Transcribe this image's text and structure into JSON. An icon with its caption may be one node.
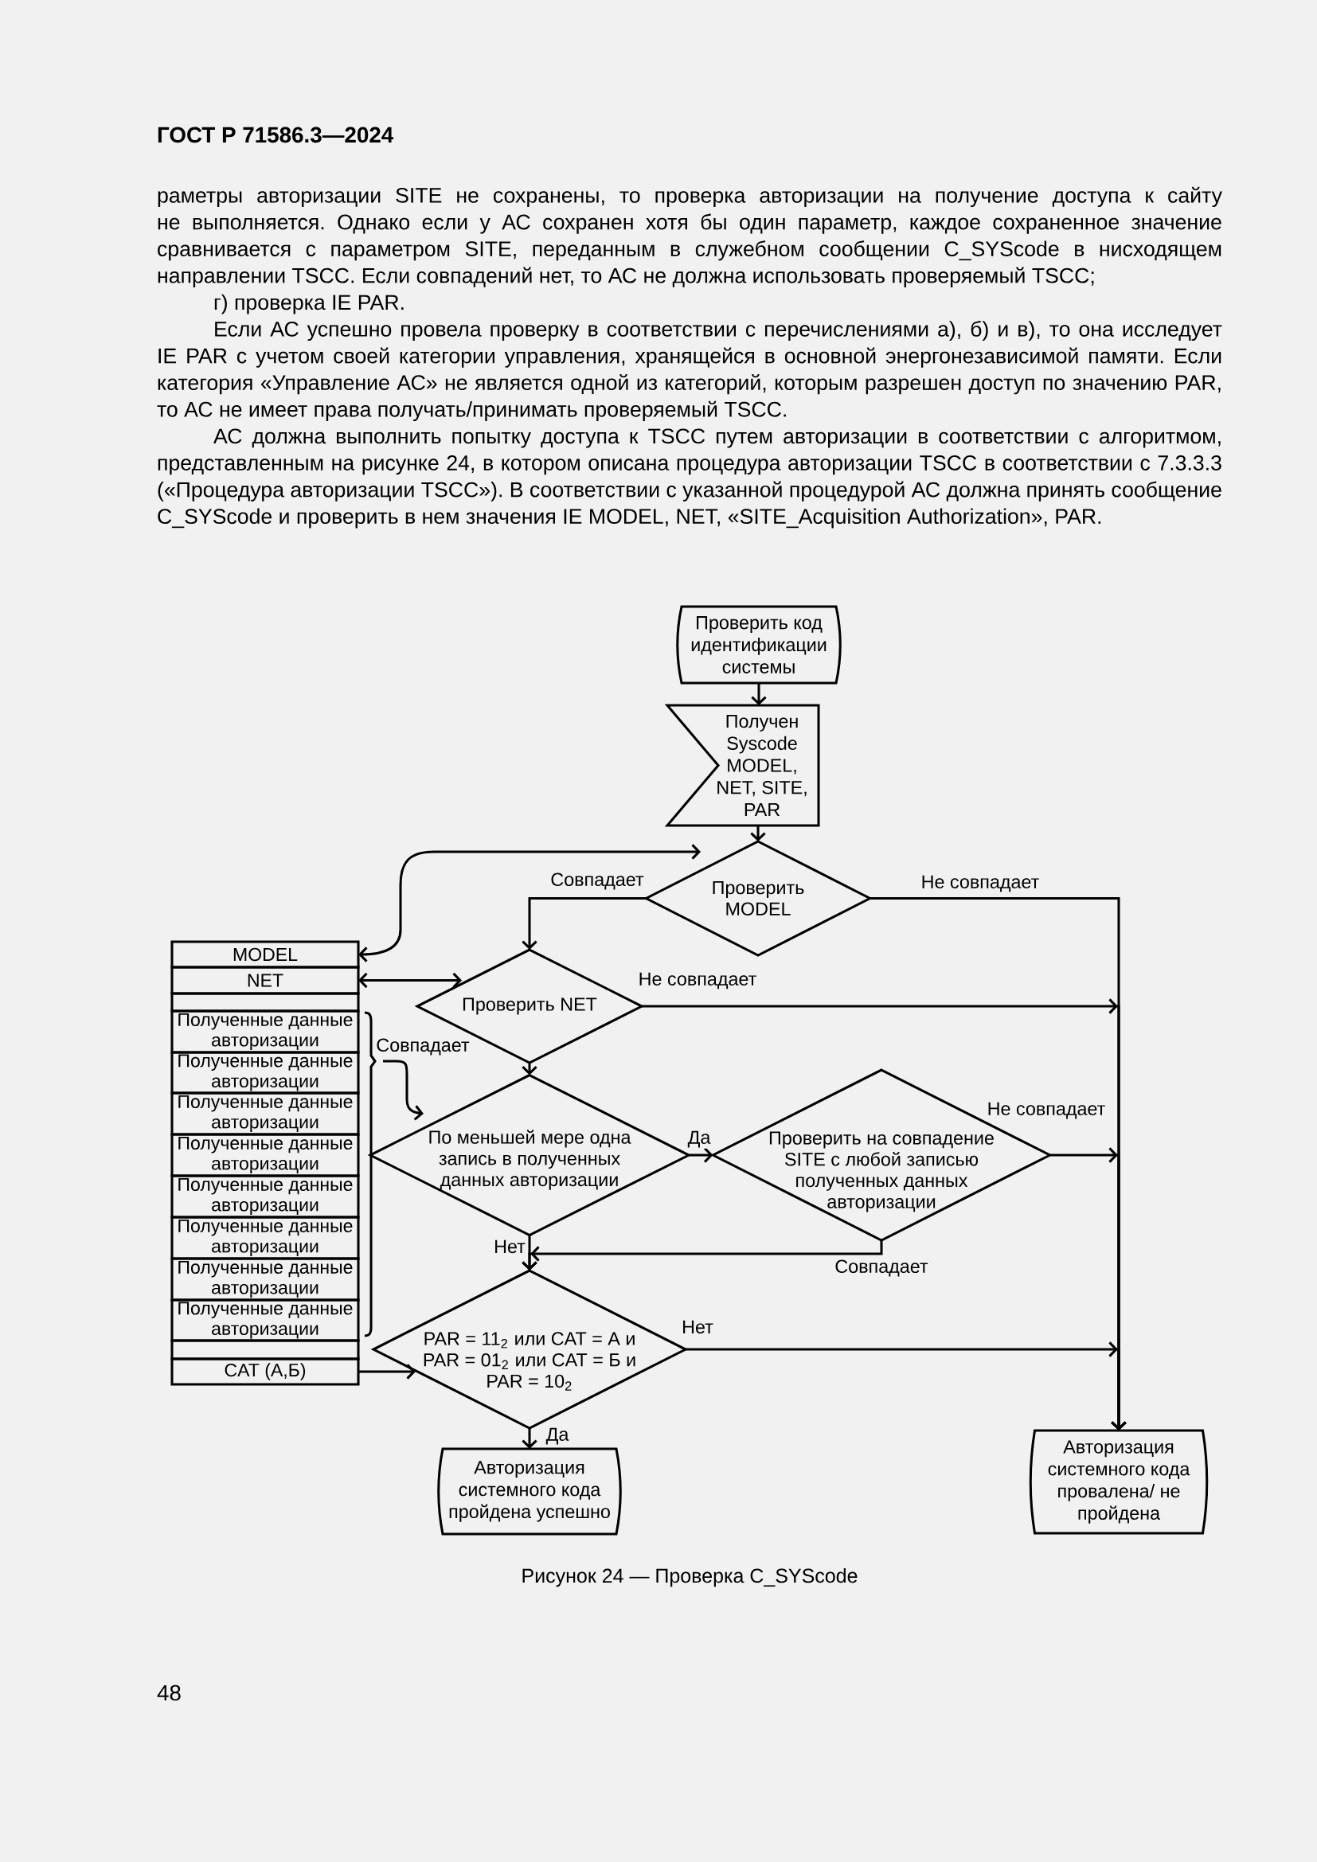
{
  "diagram": {
    "caption": "Рисунок 24 — Проверка C_SYScode",
    "nodes": [
      {
        "text": [
          "Проверить код идентификации системы"
        ]
      },
      {
        "text": [
          "Получен Syscode MODEL, NET, SITE, PAR"
        ]
      },
      {
        "text": [
          "Проверить MODEL"
        ]
      },
      {
        "text": [
          "Проверить NET"
        ]
      },
      {
        "text": [
          "По меньшей мере одна запись в полученных данных авторизации"
        ]
      },
      {
        "text": [
          "Проверить на совпадение SITE с любой записью полученных данных авторизации"
        ]
      },
      {
        "text": [
          "PAR = 11$_{2}$ или CAT = А и PAR = 01$_{2}$ или CAT = Б и PAR = 10$_{2}$"
        ]
      },
      {
        "text": [
          "Авторизация системного кода пройдена успешно"
        ]
      },
      {
        "text": [
          "Авторизация системного кода провалена/ не пройдена"
        ]
      },
      {
        "text": [
          "MODEL"
        ]
      },
      {
        "text": [
          "NET"
        ]
      },
      {
        "text": [],
        "shape": "box"
      },
      {
        "text": [
          "Полученные данные авторизации"
        ]
      },
      {
        "text": [
          "Полученные данные авторизации"
        ]
      },
      {
        "text": [
          "Полученные данные авторизации"
        ]
      },
      {
        "text": [
          "Полученные данные авторизации"
        ]
      },
      {
        "text": [
          "Полученные данные авторизации"
        ]
      },
      {
        "text": [
          "Полученные данные авторизации"
        ]
      },
      {
        "text": [
          "Полученные данные авторизации"
        ]
      },
      {
        "text": [
          "Полученные данные авторизации"
        ]
      },
      {
        "text": [],
        "shape": "box"
      },
      {
        "text": [
          "CAT (А,Б)"
        ]
      }
    ],
    "edges": [
      {
        "from": 0,
        "to": 1,
        "arrow": "to"
      },
      {
        "from": 1,
        "to": 2,
        "arrow": "to"
      },
      {
        "from": 2,
        "to": 3,
        "arrow": "to",
        "label": "Совпадает"
      },
      {
        "from": 2,
        "to": 8,
        "arrow": "to",
        "label": "Не совпадает"
      },
      {
        "from": 3,
        "to": 8,
        "arrow": "to",
        "label": "Не совпадает"
      },
      {
        "from": 3,
        "to": 4,
        "arrow": "to"
      },
      {
        "from": 4,
        "to": 5,
        "arrow": "to",
        "label": "Да"
      },
      {
        "from": 5,
        "to": 8,
        "arrow": "to",
        "label": "Не совпадает"
      },
      {
        "from": 5,
        "to": 6,
        "arrow": "to",
        "label": "Совпадает"
      },
      {
        "from": 4,
        "to": 6,
        "arrow": "to",
        "label": "Нет"
      },
      {
        "from": 6,
        "to": 8,
        "arrow": "to",
        "label": "Нет"
      },
      {
        "from": 6,
        "to": 7,
        "arrow": "to",
        "label": "Да"
      },
      {
        "from": 9,
        "to": 2,
        "arrow": "both"
      },
      {
        "from": 10,
        "to": 3,
        "arrow": "both"
      },
      {
        "from": null,
        "to": 4,
        "arrow": "to",
        "label": "Совпадает"
      },
      {
        "from": 21,
        "to": 6,
        "arrow": "to"
      }
    ],
    "labels": [
      "ГОСТ Р 71586.3—2024",
      "раметры авторизации SITE не сохранены, то проверка авторизации на получение доступа к сайту не выполняется. Однако если у АС сохранен хотя бы один параметр, каждое сохраненное значение сравнивается с параметром SITE, переданным в служебном сообщении C_SYScode в нисходящем направлении TSCC. Если совпадений нет, то АС не должна использовать проверяемый TSCC;",
      "г) проверка IE PAR.",
      "Если АС успешно провела проверку в соответствии с перечислениями а), б) и в), то она исследует IE PAR с учетом своей категории управления, хранящейся в основной энергонезависимой памяти. Если категория «Управление АС» не является одной из категорий, которым разрешен доступ по значению PAR, то АС не имеет права получать/принимать проверяемый TSCC.",
      "АС должна выполнить попытку доступа к TSCC путем авторизации в соответствии с алгоритмом, представленным на рисунке 24, в котором описана процедура авторизации TSCC в соответствии с 7.3.3.3 («Процедура авторизации TSCC»). В соответствии с указанной процедурой АС должна принять сообщение C_SYScode и проверить в нем значения IE MODEL, NET, «SITE_Acquisition Authorization», PAR.",
      "48"
    ]
  }
}
